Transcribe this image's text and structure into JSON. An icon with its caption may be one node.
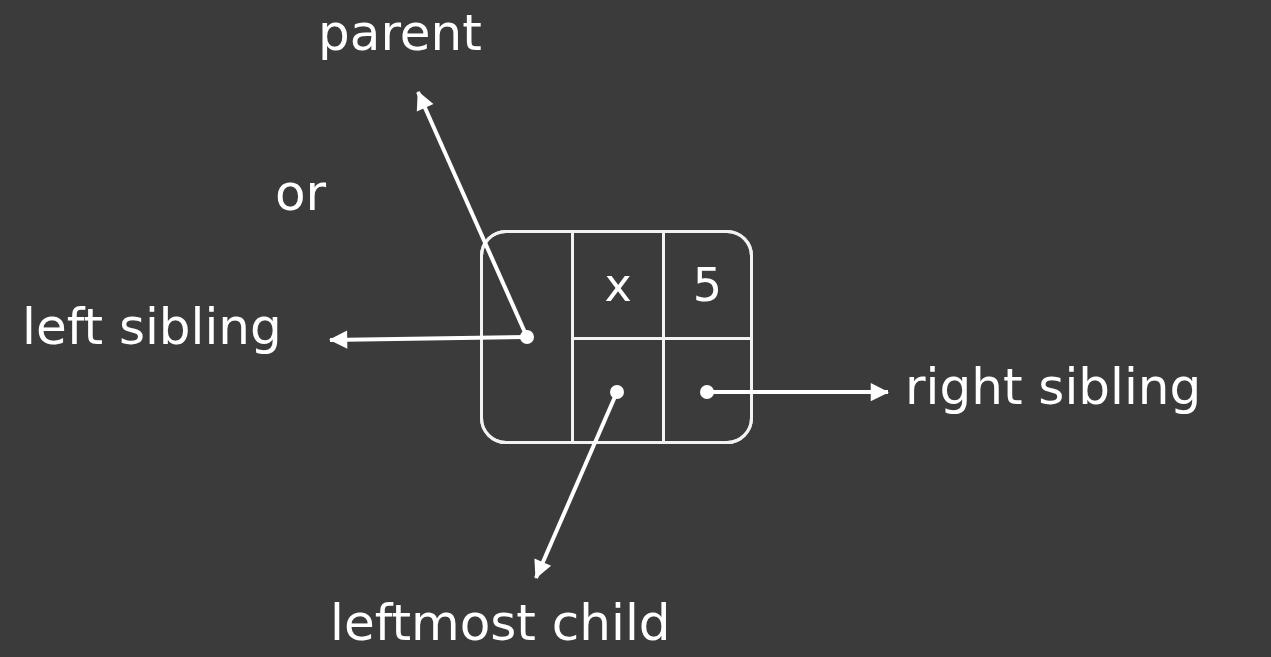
{
  "diagram": {
    "nodes": [
      {
        "text": [],
        "shape": "box"
      },
      {
        "text": [],
        "shape": "box",
        "in": 0
      },
      {
        "text": [
          "x"
        ],
        "in": 0
      },
      {
        "text": [
          "5"
        ],
        "in": 0
      },
      {
        "text": [],
        "shape": "box",
        "in": 0
      },
      {
        "text": [],
        "shape": "box",
        "in": 0
      },
      {
        "text": [
          "parent"
        ]
      },
      {
        "text": [
          "left sibling"
        ]
      },
      {
        "text": [
          "leftmost child"
        ]
      },
      {
        "text": [
          "right sibling"
        ]
      }
    ],
    "edges": [
      {
        "from": 1,
        "to": 6,
        "arrow": "to"
      },
      {
        "from": 1,
        "to": 7,
        "arrow": "to"
      },
      {
        "from": 4,
        "to": 8,
        "arrow": "to"
      },
      {
        "from": 5,
        "to": 9,
        "arrow": "to"
      }
    ],
    "labels": [
      "or"
    ]
  }
}
